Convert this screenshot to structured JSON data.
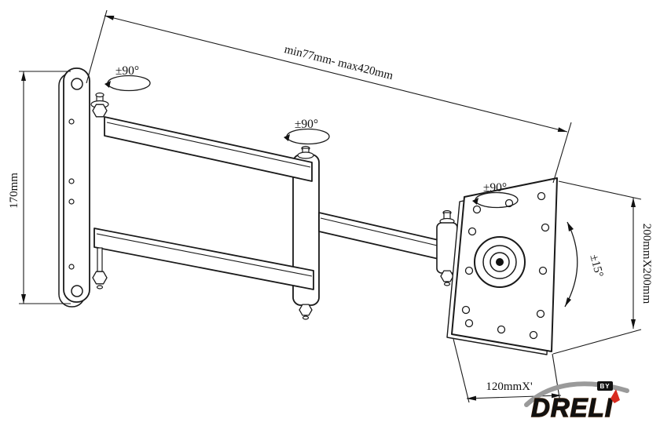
{
  "diagram": {
    "top_dimension": "min77mm- max420mm",
    "left_dimension": "170mm",
    "right_dimension": "200mmX200mm",
    "bottom_dimension": "120mmX'",
    "rotation_labels": [
      "±90°",
      "±90°",
      "±90°"
    ],
    "tilt_label": "±15°"
  },
  "logo": {
    "brand": "DRELI",
    "by": "BY",
    "brand_color": "#F47B20",
    "swoosh_color": "#9a9a9a",
    "accent_color": "#D92B1F"
  }
}
